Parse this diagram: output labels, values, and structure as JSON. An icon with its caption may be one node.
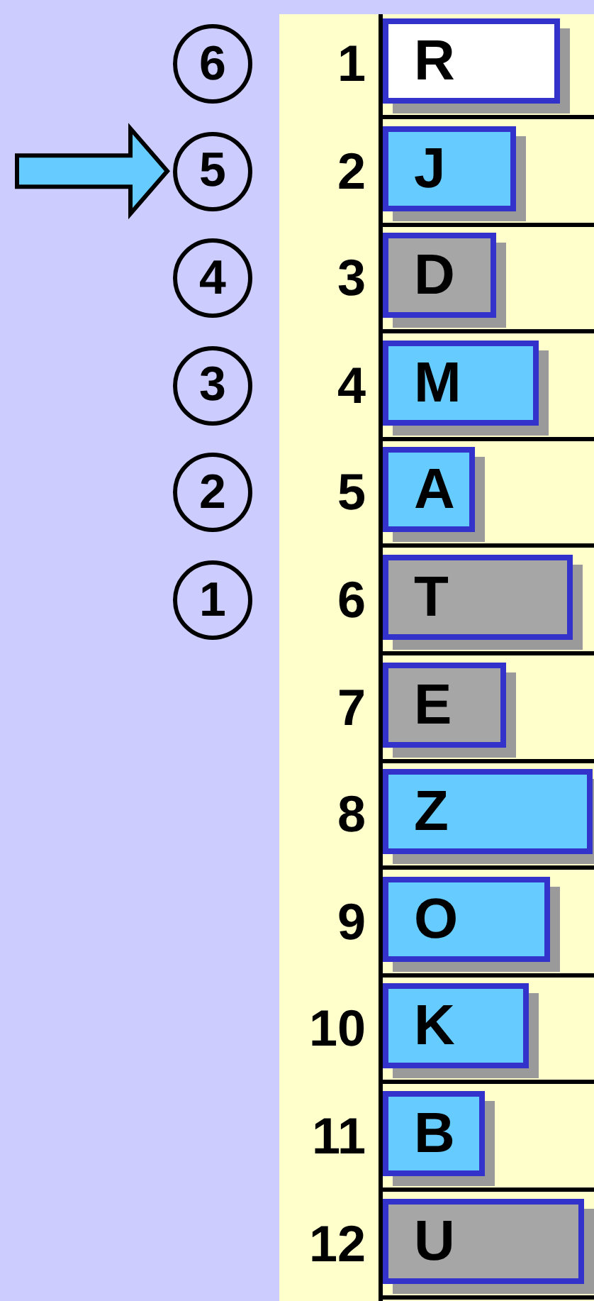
{
  "diagram": {
    "nodes": [
      {
        "text": [
          "6"
        ]
      },
      {
        "text": [
          "5"
        ]
      },
      {
        "text": [
          "4"
        ]
      },
      {
        "text": [
          "3"
        ]
      },
      {
        "text": [
          "2"
        ]
      },
      {
        "text": [
          "1"
        ]
      },
      {
        "text": [
          "R"
        ]
      },
      {
        "text": [
          "J"
        ]
      },
      {
        "text": [
          "D"
        ]
      },
      {
        "text": [
          "M"
        ]
      },
      {
        "text": [
          "A"
        ]
      },
      {
        "text": [
          "T"
        ]
      },
      {
        "text": [
          "E"
        ]
      },
      {
        "text": [
          "Z"
        ]
      },
      {
        "text": [
          "O"
        ]
      },
      {
        "text": [
          "K"
        ]
      },
      {
        "text": [
          "B"
        ]
      },
      {
        "text": [
          "U"
        ]
      }
    ],
    "edges": [
      {
        "from": null,
        "to": 1,
        "arrow": "to"
      }
    ],
    "labels": [
      "1",
      "2",
      "3",
      "4",
      "5",
      "6",
      "7",
      "8",
      "9",
      "10",
      "11",
      "12"
    ]
  }
}
